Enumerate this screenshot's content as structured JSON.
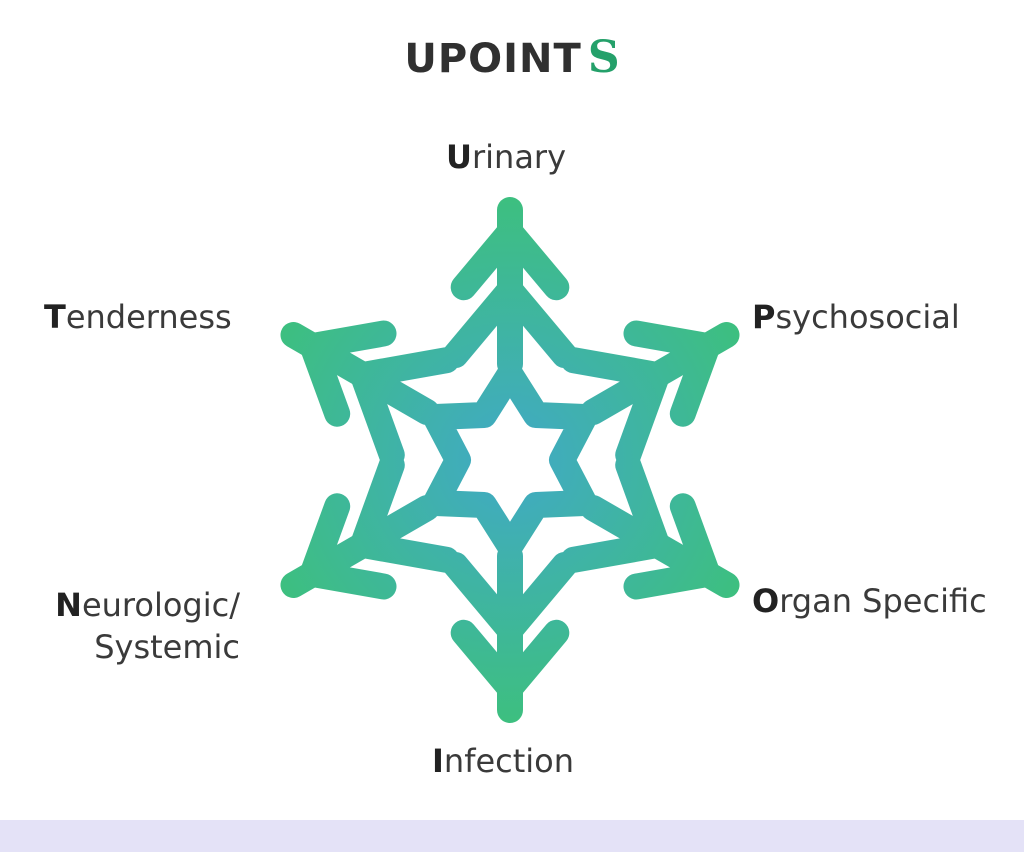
{
  "title": {
    "main": "UPOINT",
    "accent": "S"
  },
  "colors": {
    "accent": "#24a06a",
    "snowflake_outer": "#3dbf80",
    "snowflake_inner": "#41a9c6",
    "text": "#3a3a3a",
    "bottom_band": "#e4e2f7"
  },
  "icon": "snowflake-icon",
  "domains": {
    "urinary": {
      "initial": "U",
      "rest": "rinary"
    },
    "psychosocial": {
      "initial": "P",
      "rest": "sychosocial"
    },
    "organ": {
      "initial": "O",
      "rest": "rgan Specific"
    },
    "infection": {
      "initial": "I",
      "rest": "nfection"
    },
    "neurologic": {
      "initial": "N",
      "rest": "eurologic/",
      "line2": "Systemic"
    },
    "tenderness": {
      "initial": "T",
      "rest": "enderness"
    }
  }
}
